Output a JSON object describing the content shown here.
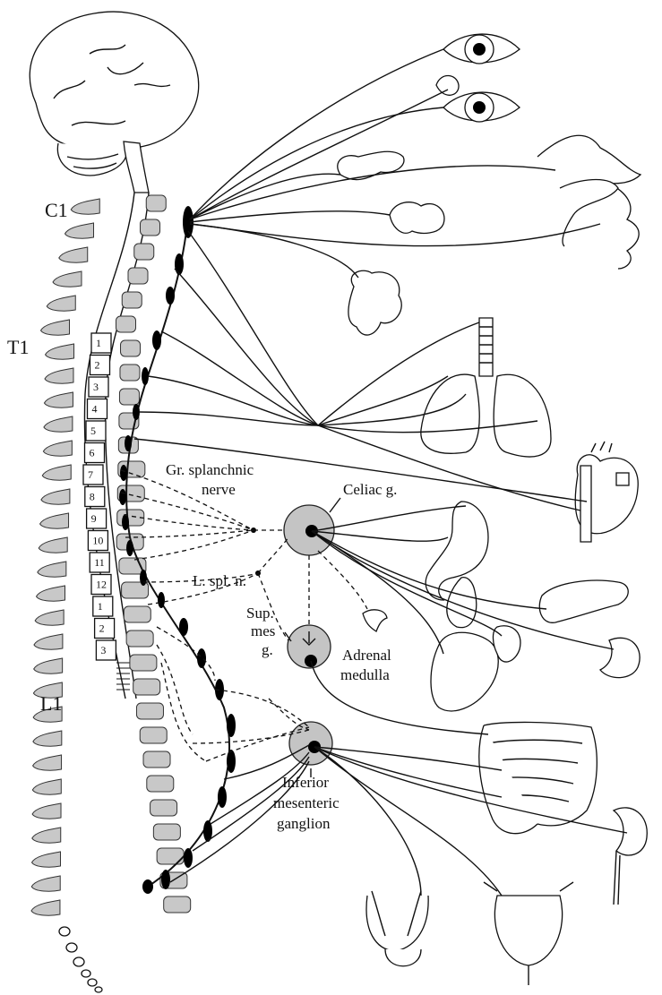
{
  "labels": {
    "c1": "C1",
    "t1": "T1",
    "l1": "L1",
    "gr_splanchnic_1": "Gr. splanchnic",
    "gr_splanchnic_2": "nerve",
    "celiac": "Celiac g.",
    "l_spl": "L. spl. n.",
    "sup_mes_1": "Sup.",
    "sup_mes_2": "mes",
    "sup_mes_3": "g.",
    "adrenal_1": "Adrenal",
    "adrenal_2": "medulla",
    "inf_mes_1": "Inferior",
    "inf_mes_2": "mesenteric",
    "inf_mes_3": "ganglion"
  },
  "segments": {
    "thoracic": [
      "1",
      "2",
      "3",
      "4",
      "5",
      "6",
      "7",
      "8",
      "9",
      "10",
      "11",
      "12"
    ],
    "lumbar": [
      "1",
      "2",
      "3"
    ]
  }
}
